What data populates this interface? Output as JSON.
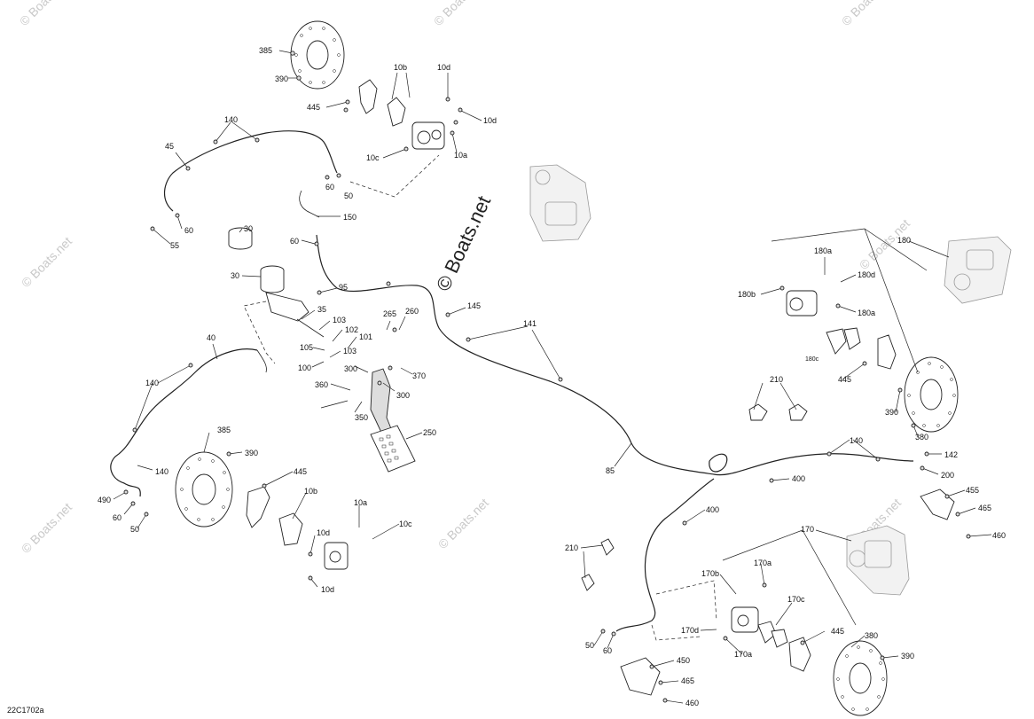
{
  "diagram_code": "22C1702a",
  "watermark_main": "© Boats.net",
  "watermark_tile": "© Boats.net",
  "part_labels": [
    "385",
    "390",
    "445",
    "10b",
    "10d",
    "10d",
    "10c",
    "10a",
    "140",
    "45",
    "60",
    "50",
    "60",
    "55",
    "30",
    "150",
    "60",
    "30",
    "95",
    "35",
    "103",
    "102",
    "101",
    "105",
    "103",
    "100",
    "265",
    "260",
    "145",
    "141",
    "40",
    "140",
    "300",
    "370",
    "360",
    "300",
    "350",
    "250",
    "85",
    "385",
    "390",
    "445",
    "140",
    "490",
    "60",
    "50",
    "10b",
    "10a",
    "10c",
    "10d",
    "10d",
    "180",
    "180a",
    "180d",
    "180b",
    "180a",
    "180c",
    "445",
    "390",
    "380",
    "210",
    "140",
    "142",
    "200",
    "400",
    "400",
    "455",
    "465",
    "460",
    "170",
    "170a",
    "170b",
    "170c",
    "210",
    "170d",
    "170a",
    "445",
    "380",
    "390",
    "50",
    "60",
    "450",
    "465",
    "460"
  ]
}
